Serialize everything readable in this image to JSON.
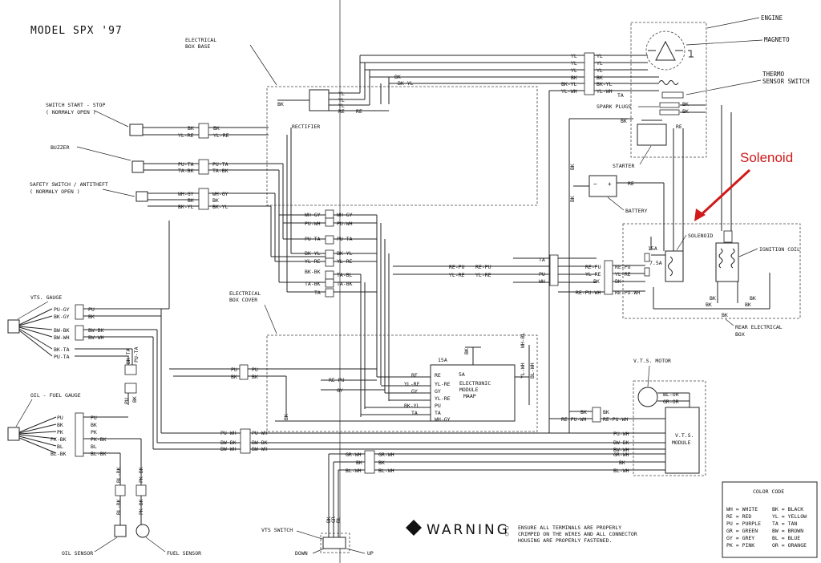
{
  "title": "MODEL SPX '97",
  "callout": "Solenoid",
  "accent_color": "#d11a1a",
  "labels": {
    "engine": "ENGINE",
    "magneto": "MAGNETO",
    "thermo": "THERMO",
    "sensor_switch": "SENSOR SWITCH",
    "spark_plugs": "SPARK PLUGS",
    "starter": "STARTER",
    "battery": "BATTERY",
    "solenoid": "SOLENOID",
    "ignition_coil": "IGNITION COIL",
    "rear_box_1": "REAR ELECTRICAL",
    "rear_box_2": "BOX",
    "elec_box_base_1": "ELECTRICAL",
    "elec_box_base_2": "BOX BASE",
    "rectifier": "RECTIFIER",
    "switch_1": "SWITCH START - STOP",
    "switch_2": "( NORMALY OPEN )",
    "buzzer": "BUZZER",
    "safety_1": "SAFETY SWITCH / ANTITHEFT",
    "safety_2": "( NORMALY OPEN )",
    "vts_gauge": "VTS. GAUGE",
    "oil_fuel_gauge": "OIL - FUEL GAUGE",
    "elec_box_cover_1": "ELECTRICAL",
    "elec_box_cover_2": "BOX COVER",
    "module_1": "ELECTRONIC",
    "module_2": "MODULE",
    "module_3": "MAAP",
    "vts_motor": "V.T.S. MOTOR",
    "vts_module_1": "V.T.S.",
    "vts_module_2": "MODULE",
    "vts_switch": "VTS SWITCH",
    "down": "DOWN",
    "up": "UP",
    "oil_sensor": "OIL SENSOR",
    "fuel_sensor": "FUEL SENSOR",
    "fuse_15a": "15A",
    "fuse_75a": "7.5A",
    "fuse_15a_b": "15A",
    "fuse_5a": "5A"
  },
  "warning": {
    "title": "WARNING",
    "line1": "ENSURE ALL TERMINALS ARE PROPERLY",
    "line2": "CRIMPED ON THE WIRES AND ALL CONNECTOR",
    "line3": "HOUSING ARE PROPERLY FASTENED."
  },
  "color_code": {
    "title": "COLOR CODE",
    "rows": [
      [
        "WH = WHITE",
        "BK = BLACK"
      ],
      [
        "RE = RED",
        "YL = YELLOW"
      ],
      [
        "PU = PURPLE",
        "TA = TAN"
      ],
      [
        "GR = GREEN",
        "BW = BROWN"
      ],
      [
        "GY = GREY",
        "BL = BLUE"
      ],
      [
        "PK = PINK",
        "OR = ORANGE"
      ]
    ]
  },
  "wires": {
    "switch": [
      "BK",
      "YL-RE"
    ],
    "buzzer": [
      "PU-TA",
      "TA-BK"
    ],
    "safety": [
      "WH-GY",
      "BK-YL"
    ],
    "vts_gauge": [
      "PU-GY",
      "BK-GY",
      "BW-BK",
      "BW-WH",
      "BK-TA",
      "PU-TA"
    ],
    "vts_gauge_conn": [
      "PU",
      "BK",
      "BW-BK",
      "BW-WH"
    ],
    "oil_fuel": [
      "PU",
      "BK",
      "PK",
      "PK-BK",
      "BL",
      "BL-BK"
    ],
    "oil_fuel_conn": [
      "PU",
      "BK",
      "PK",
      "PK-BK",
      "BL",
      "BL-BK"
    ],
    "magneto": [
      "YL",
      "YL",
      "YL",
      "BK",
      "BK-YL",
      "YL-WH"
    ],
    "magneto_conn": [
      "YL",
      "YL",
      "YL",
      "BK",
      "BK-YL",
      "YL-WH"
    ],
    "rectifier": [
      "YL",
      "YL",
      "YL",
      "RE",
      "RE",
      "BK",
      "BK-YL"
    ],
    "center_harness": [
      "WH-GY",
      "PU-WH",
      "PU-TA",
      "BK-YL",
      "YL-RE",
      "BK-BK",
      "TA-BL",
      "TA-BK",
      "TA"
    ],
    "mid_run": [
      "RE-PU",
      "YL-RE"
    ],
    "rear_left": [
      "TA",
      "PU",
      "WH"
    ],
    "rear_conn": [
      "RE-PU",
      "YL-RE",
      "BK",
      "RE-PU-WH"
    ],
    "solenoid_misc": [
      "BK",
      "RE",
      "TA",
      "BK",
      "RE",
      "BK",
      "BK",
      "BK",
      "BK",
      "BK",
      "BK",
      "BK",
      "BK"
    ],
    "module_in": [
      "RE-PU",
      "GY"
    ],
    "module_pins": [
      "RE",
      "YL-RE",
      "GY",
      "YL-RE",
      "PU",
      "TA",
      "WH-GY"
    ],
    "module_pins_left": [
      "RE",
      "YL-RE",
      "GY",
      "BK-YL",
      "TA"
    ],
    "module_right": [
      "WH-BL",
      "YL-WH",
      "BL-WH"
    ],
    "cover_pu": [
      "PU",
      "BK"
    ],
    "bottom_runs": [
      "PU-WH",
      "BW-BK",
      "BW-WH"
    ],
    "vts_switch": [
      "GR-WH",
      "BK",
      "BL-WH"
    ],
    "vts_module_in": [
      "BL-OR",
      "GR-OR",
      "BK",
      "RE-PU-WH",
      "PU-WH",
      "BW-BK",
      "BW-WH",
      "GR-WH",
      "BK",
      "BL-WH"
    ],
    "vertical_ta_bk": [
      "BK-TA",
      "PU-TA",
      "PU",
      "BK"
    ],
    "vts_sw_vert": [
      "BK",
      "GR",
      "BL"
    ],
    "sensor_vert": [
      "BL-BK",
      "BL-BK",
      "PK-BK",
      "PK-BK"
    ],
    "starter_leads": [
      "RE",
      "BK",
      "BK",
      "RE",
      "BK"
    ],
    "plug_leads": [
      "BK",
      "BK",
      "BK"
    ],
    "misc": [
      "BK",
      "BK",
      "BK",
      "RE",
      "BK",
      "BK",
      "BK",
      "TA",
      "BK"
    ]
  }
}
